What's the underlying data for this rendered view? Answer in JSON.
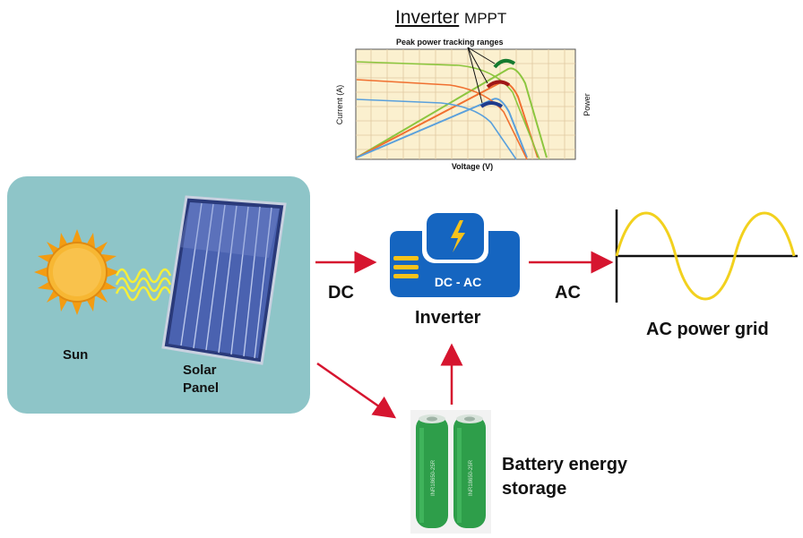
{
  "mppt": {
    "title": "Inverter",
    "title_suffix": "MPPT",
    "chart_title": "Peak power tracking ranges",
    "ylabel": "Current (A)",
    "y2label": "Power",
    "xlabel": "Voltage (V)"
  },
  "chart_data": {
    "type": "line",
    "title": "Peak power tracking ranges",
    "xlabel": "Voltage (V)",
    "ylabel": "Current (A)",
    "y2label": "Power",
    "grid": true,
    "series_colors": [
      "#3a9e3a",
      "#8cc63f",
      "#b22222",
      "#f07030",
      "#1f3b8c",
      "#5aa0dc"
    ]
  },
  "labels": {
    "sun": "Sun",
    "solar_panel_line1": "Solar",
    "solar_panel_line2": "Panel",
    "dc": "DC",
    "ac": "AC",
    "inverter": "Inverter",
    "inverter_icon_text": "DC - AC",
    "ac_grid": "AC power grid",
    "battery_line1": "Battery energy",
    "battery_line2": "storage"
  },
  "colors": {
    "arrow": "#d6152f",
    "solar_box_bg": "#8ec5c8",
    "inverter_blue": "#1565c0",
    "sine": "#f2d11e",
    "battery_green": "#2e9e4a"
  },
  "icons": {
    "sun": "sun-icon",
    "panel": "solar-panel-icon",
    "inverter": "inverter-icon",
    "bolt": "lightning-bolt-icon",
    "battery": "battery-cell-icon",
    "sine": "sine-wave-icon"
  }
}
